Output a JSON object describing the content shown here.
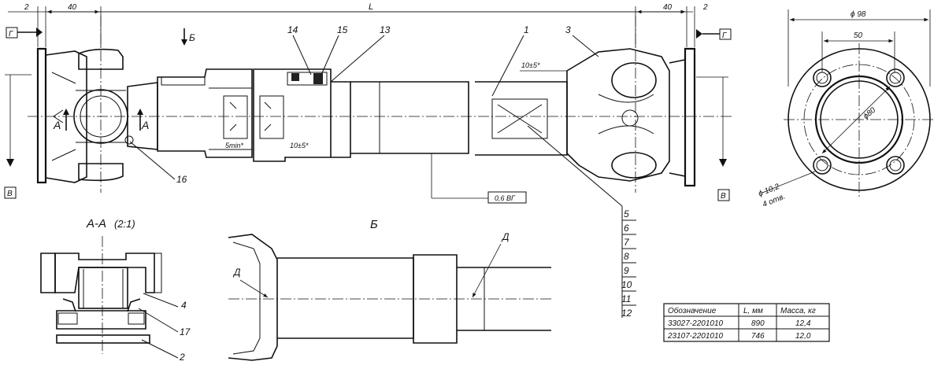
{
  "dimensions": {
    "left_gap": "2",
    "left_flange": "40",
    "length": "L",
    "right_flange": "40",
    "right_gap": "2",
    "dia_98": "ϕ 98",
    "dia_50": "50",
    "dia_80": "ϕ80",
    "hole_dia": "ϕ 10,2",
    "hole_count": "4 отв.",
    "slot_5min": "5min*",
    "slot_10a": "10±5*",
    "slot_10b": "10±5*",
    "runout": "0,6 ВГ"
  },
  "section_labels": {
    "g_left": "Г",
    "g_right": "Г",
    "v_left": "В",
    "v_right": "В",
    "view_b_arrow": "Б",
    "view_b_title": "Б",
    "section_aa_left": "А",
    "section_aa_right": "А",
    "section_aa_title": "А-А",
    "section_aa_scale": "(2:1)",
    "d_left": "Д",
    "d_right": "Д"
  },
  "callouts": {
    "top": [
      "14",
      "15",
      "13",
      "1",
      "3"
    ],
    "p16": "16",
    "p4": "4",
    "p17": "17",
    "p2": "2",
    "stack": [
      "5",
      "6",
      "7",
      "8",
      "9",
      "10",
      "11",
      "12"
    ]
  },
  "table": {
    "headers": [
      "Обозначение",
      "L, мм",
      "Масса, кг"
    ],
    "rows": [
      [
        "33027-2201010",
        "890",
        "12,4"
      ],
      [
        "23107-2201010",
        "746",
        "12,0"
      ]
    ]
  }
}
